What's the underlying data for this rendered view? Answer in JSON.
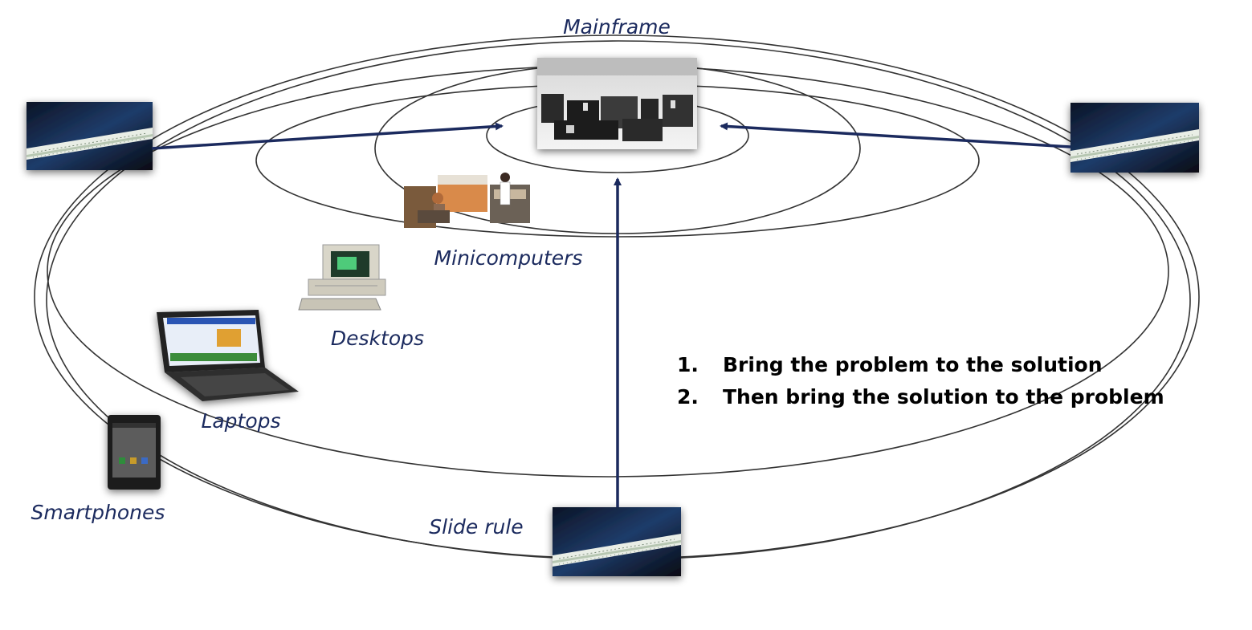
{
  "labels": {
    "mainframe": "Mainframe",
    "minicomputers": "Minicomputers",
    "desktops": "Desktops",
    "laptops": "Laptops",
    "smartphones": "Smartphones",
    "slide_rule": "Slide rule"
  },
  "steps": [
    {
      "number": "1.",
      "text": "Bring the problem to the solution"
    },
    {
      "number": "2.",
      "text": "Then bring the solution to the problem"
    }
  ],
  "colors": {
    "arrow": "#1b2a5e",
    "label": "#1b2a5e",
    "ring": "#333333"
  }
}
